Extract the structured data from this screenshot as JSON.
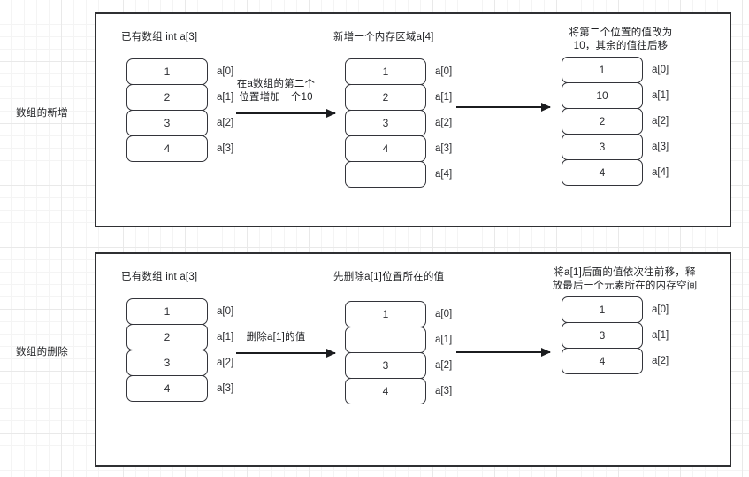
{
  "canvas": {
    "background": "#ffffff",
    "grid_minor_color": "#f4f4f4",
    "grid_major_color": "#e9e9e9"
  },
  "sections": [
    {
      "row_label": "数组的新增",
      "stacks": [
        {
          "caption": "已有数组 int a[3]",
          "cells": [
            {
              "value": "1",
              "index": "a[0]"
            },
            {
              "value": "2",
              "index": "a[1]"
            },
            {
              "value": "3",
              "index": "a[2]"
            },
            {
              "value": "4",
              "index": "a[3]"
            }
          ]
        },
        {
          "caption": "新增一个内存区域a[4]",
          "cells": [
            {
              "value": "1",
              "index": "a[0]"
            },
            {
              "value": "2",
              "index": "a[1]"
            },
            {
              "value": "3",
              "index": "a[2]"
            },
            {
              "value": "4",
              "index": "a[3]"
            },
            {
              "value": "",
              "index": "a[4]"
            }
          ]
        },
        {
          "caption": "将第二个位置的值改为\n10，其余的值往后移",
          "cells": [
            {
              "value": "1",
              "index": "a[0]"
            },
            {
              "value": "10",
              "index": "a[1]"
            },
            {
              "value": "2",
              "index": "a[2]"
            },
            {
              "value": "3",
              "index": "a[3]"
            },
            {
              "value": "4",
              "index": "a[4]"
            }
          ]
        }
      ],
      "arrows": [
        {
          "label": "在a数组的第二个\n位置增加一个10"
        },
        {
          "label": ""
        }
      ]
    },
    {
      "row_label": "数组的删除",
      "stacks": [
        {
          "caption": "已有数组 int a[3]",
          "cells": [
            {
              "value": "1",
              "index": "a[0]"
            },
            {
              "value": "2",
              "index": "a[1]"
            },
            {
              "value": "3",
              "index": "a[2]"
            },
            {
              "value": "4",
              "index": "a[3]"
            }
          ]
        },
        {
          "caption": "先删除a[1]位置所在的值",
          "cells": [
            {
              "value": "1",
              "index": "a[0]"
            },
            {
              "value": "",
              "index": "a[1]"
            },
            {
              "value": "3",
              "index": "a[2]"
            },
            {
              "value": "4",
              "index": "a[3]"
            }
          ]
        },
        {
          "caption": "将a[1]后面的值依次往前移，释\n放最后一个元素所在的内存空间",
          "cells": [
            {
              "value": "1",
              "index": "a[0]"
            },
            {
              "value": "3",
              "index": "a[1]"
            },
            {
              "value": "4",
              "index": "a[2]"
            }
          ]
        }
      ],
      "arrows": [
        {
          "label": "删除a[1]的值"
        },
        {
          "label": ""
        }
      ]
    }
  ]
}
